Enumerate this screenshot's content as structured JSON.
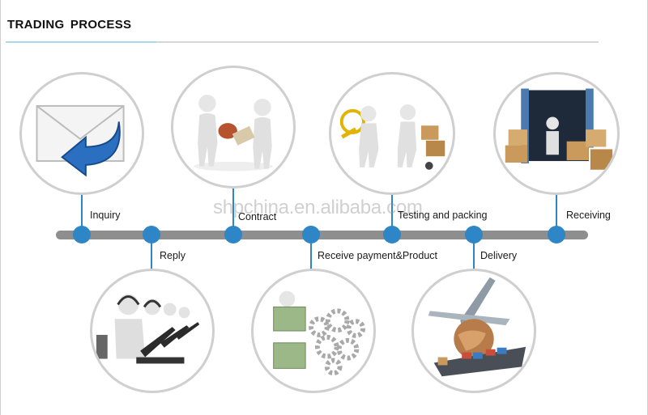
{
  "header": {
    "title": "TRADING  PROCESS"
  },
  "watermark": "shpchina.en.alibaba.com",
  "colors": {
    "accent": "#2f86c6",
    "bar": "#8e8e8e",
    "ring": "#cfcfcf"
  },
  "steps": [
    {
      "label": "Inquiry",
      "icon": "envelope-reply-icon"
    },
    {
      "label": "Reply",
      "icon": "call-center-icon"
    },
    {
      "label": "Contract",
      "icon": "contract-stamp-icon"
    },
    {
      "label": "Receive payment&Product",
      "icon": "money-gears-icon"
    },
    {
      "label": "Testing and packing",
      "icon": "inspection-boxes-icon"
    },
    {
      "label": "Delivery",
      "icon": "plane-ship-globe-icon"
    },
    {
      "label": "Receiving",
      "icon": "container-boxes-icon"
    }
  ]
}
